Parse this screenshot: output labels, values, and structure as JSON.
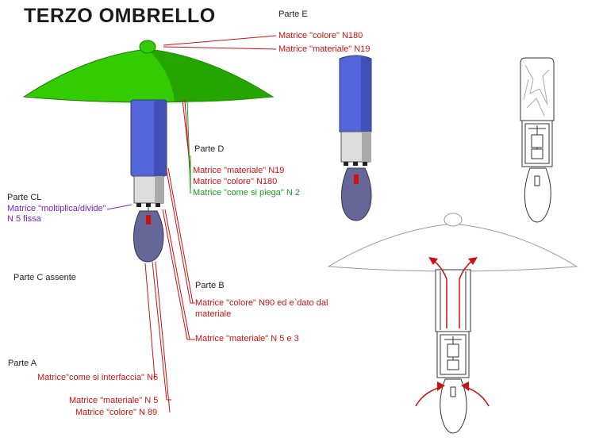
{
  "title": "TERZO OMBRELLO",
  "colors": {
    "red": "#cc1111",
    "green": "#1f9a1f",
    "purple": "#7a22cc",
    "canopy": "#33cc00",
    "handle": "#5566dd",
    "tip": "#666699"
  },
  "labels": {
    "parte_e": "Parte E",
    "e_colore": "Matrice \"colore\" N180",
    "e_materiale": "Matrice \"materiale\" N19",
    "parte_d": "Parte D",
    "d_materiale": "Matrice \"materiale\" N19",
    "d_colore": "Matrice \"colore\" N180",
    "d_piega": "Matrice \"come si piega\"  N  2",
    "parte_cl": "Parte CL",
    "cl_matrice": "Matrice \"moltiplica/divide\"",
    "cl_fissa": "N 5 fissa",
    "parte_c": "Parte C assente",
    "parte_b": "Parte B",
    "b_colore1": "Matrice \"colore\" N90 ed e`dato dal",
    "b_colore2": "materiale",
    "b_materiale": "Matrice \"materiale\" N 5  e 3",
    "parte_a": "Parte A",
    "a_interfaccia": "Matrice\"come si interfaccia\" N6",
    "a_materiale": "Matrice \"materiale\" N 5",
    "a_colore": "Matrice \"colore\" N 89"
  }
}
